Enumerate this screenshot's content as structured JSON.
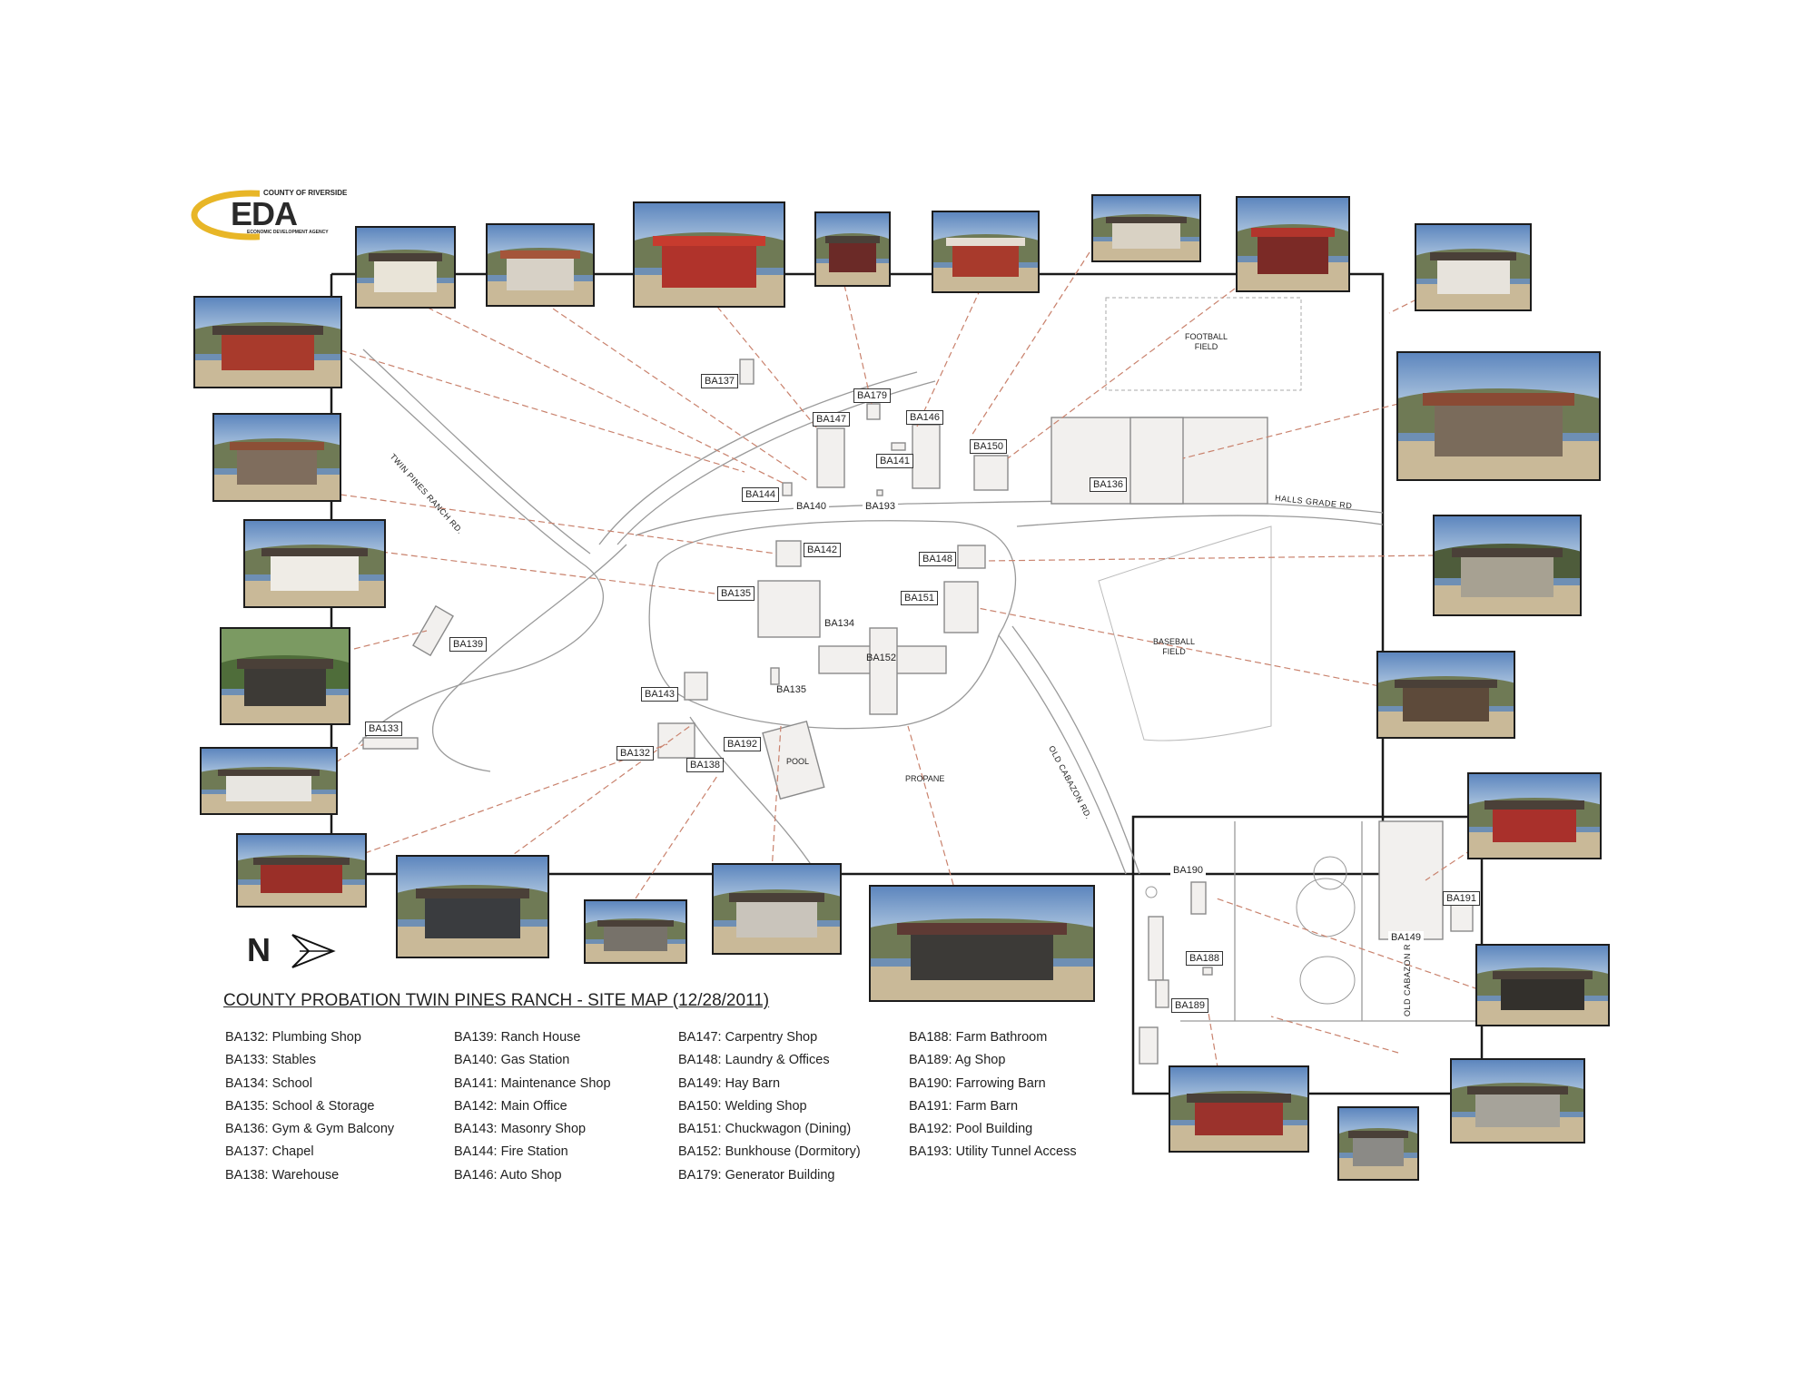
{
  "logo": {
    "county": "COUNTY OF RIVERSIDE",
    "name": "EDA",
    "agency": "ECONOMIC DEVELOPMENT AGENCY"
  },
  "map": {
    "roads": {
      "twin_pines": "TWIN PINES RANCH RD.",
      "halls_grade": "HALLS GRADE RD",
      "old_cabazon": "OLD CABAZON RD.",
      "old_cabazon_2": "OLD CABAZON RD."
    },
    "fields": {
      "football": "FOOTBALL\nFIELD",
      "baseball": "BASEBALL\nFIELD"
    },
    "misc": {
      "pool": "POOL",
      "propane": "PROPANE"
    },
    "labels": {
      "ba137": "BA137",
      "ba179": "BA179",
      "ba147": "BA147",
      "ba146": "BA146",
      "ba141": "BA141",
      "ba150": "BA150",
      "ba136": "BA136",
      "ba144": "BA144",
      "ba140": "BA140",
      "ba193": "BA193",
      "ba142": "BA142",
      "ba148": "BA148",
      "ba135a": "BA135",
      "ba151": "BA151",
      "ba134": "BA134",
      "ba139": "BA139",
      "ba152": "BA152",
      "ba143": "BA143",
      "ba135b": "BA135",
      "ba133": "BA133",
      "ba192": "BA192",
      "ba132": "BA132",
      "ba138": "BA138",
      "ba190": "BA190",
      "ba191": "BA191",
      "ba149": "BA149",
      "ba188": "BA188",
      "ba189": "BA189"
    }
  },
  "north_label": "N",
  "title": "COUNTY PROBATION TWIN PINES RANCH - SITE MAP (12/28/2011)",
  "legend": {
    "col1": [
      "BA132: Plumbing Shop",
      "BA133: Stables",
      "BA134: School",
      "BA135: School & Storage",
      "BA136: Gym & Gym Balcony",
      "BA137: Chapel",
      "BA138: Warehouse"
    ],
    "col2": [
      "BA139: Ranch House",
      "BA140: Gas Station",
      "BA141: Maintenance Shop",
      "BA142: Main Office",
      "BA143: Masonry Shop",
      "BA144: Fire Station",
      "BA146: Auto Shop"
    ],
    "col3": [
      "BA147: Carpentry Shop",
      "BA148: Laundry & Offices",
      "BA149: Hay Barn",
      "BA150: Welding Shop",
      "BA151: Chuckwagon (Dining)",
      "BA152: Bunkhouse (Dormitory)",
      "BA179: Generator Building"
    ],
    "col4": [
      "BA188: Farm Bathroom",
      "BA189: Ag Shop",
      "BA190: Farrowing Barn",
      "BA191: Farm Barn",
      "BA192: Pool Building",
      "BA193: Utility Tunnel Access"
    ]
  }
}
